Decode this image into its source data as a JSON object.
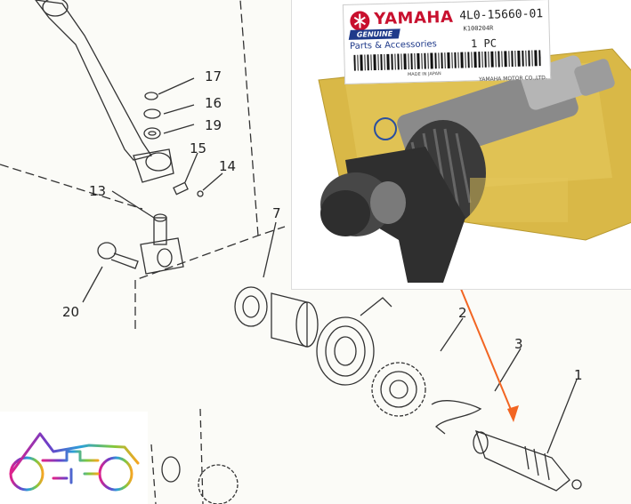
{
  "diagram": {
    "callouts": [
      {
        "key": "c17",
        "text": "17"
      },
      {
        "key": "c16",
        "text": "16"
      },
      {
        "key": "c19",
        "text": "19"
      },
      {
        "key": "c15",
        "text": "15"
      },
      {
        "key": "c14",
        "text": "14"
      },
      {
        "key": "c13",
        "text": "13"
      },
      {
        "key": "c7",
        "text": "7"
      },
      {
        "key": "c20",
        "text": "20"
      },
      {
        "key": "c2",
        "text": "2"
      },
      {
        "key": "c3",
        "text": "3"
      },
      {
        "key": "c1",
        "text": "1"
      }
    ]
  },
  "photo": {
    "brand": "YAMAHA",
    "part_number": "4L0-15660-01",
    "serial": "K100204R",
    "genuine": "GENUINE",
    "parts_accessories": "Parts & Accessories",
    "quantity": "1 PC",
    "made_in": "MADE IN JAPAN",
    "maker": "YAMAHA MOTOR CO.,LTD."
  },
  "colors": {
    "arrow": "#f26522",
    "brand": "#c8102e",
    "genuine_band": "#1f3a8a"
  },
  "logo": {
    "icon": "motorcycle-parts-logo"
  }
}
